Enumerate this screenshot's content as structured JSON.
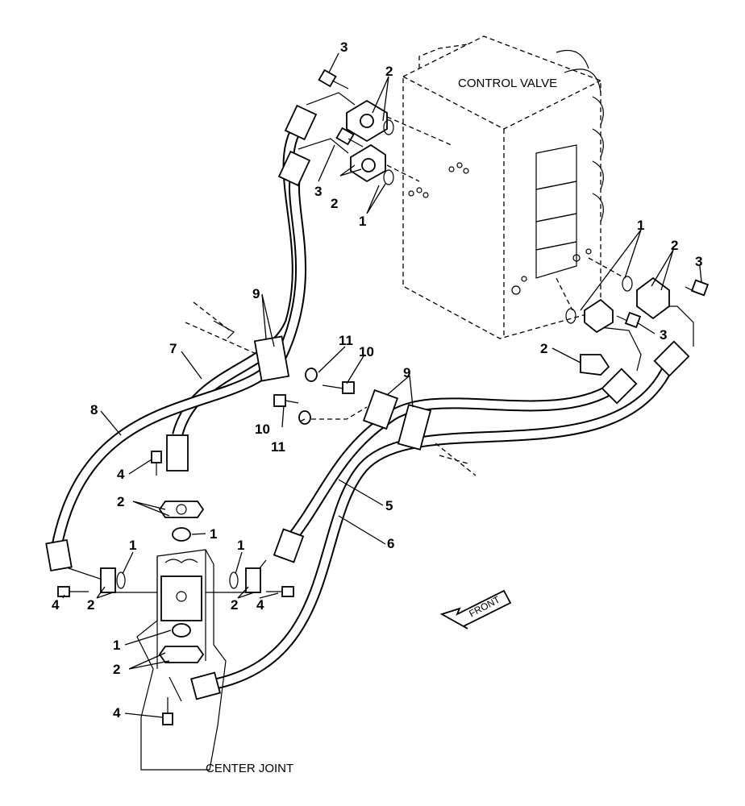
{
  "labels": {
    "control_valve": "CONTROL VALVE",
    "center_joint": "CENTER JOINT",
    "front": "FRONT"
  },
  "callouts": [
    "1",
    "2",
    "3",
    "4",
    "5",
    "6",
    "7",
    "8",
    "9",
    "10",
    "11"
  ]
}
